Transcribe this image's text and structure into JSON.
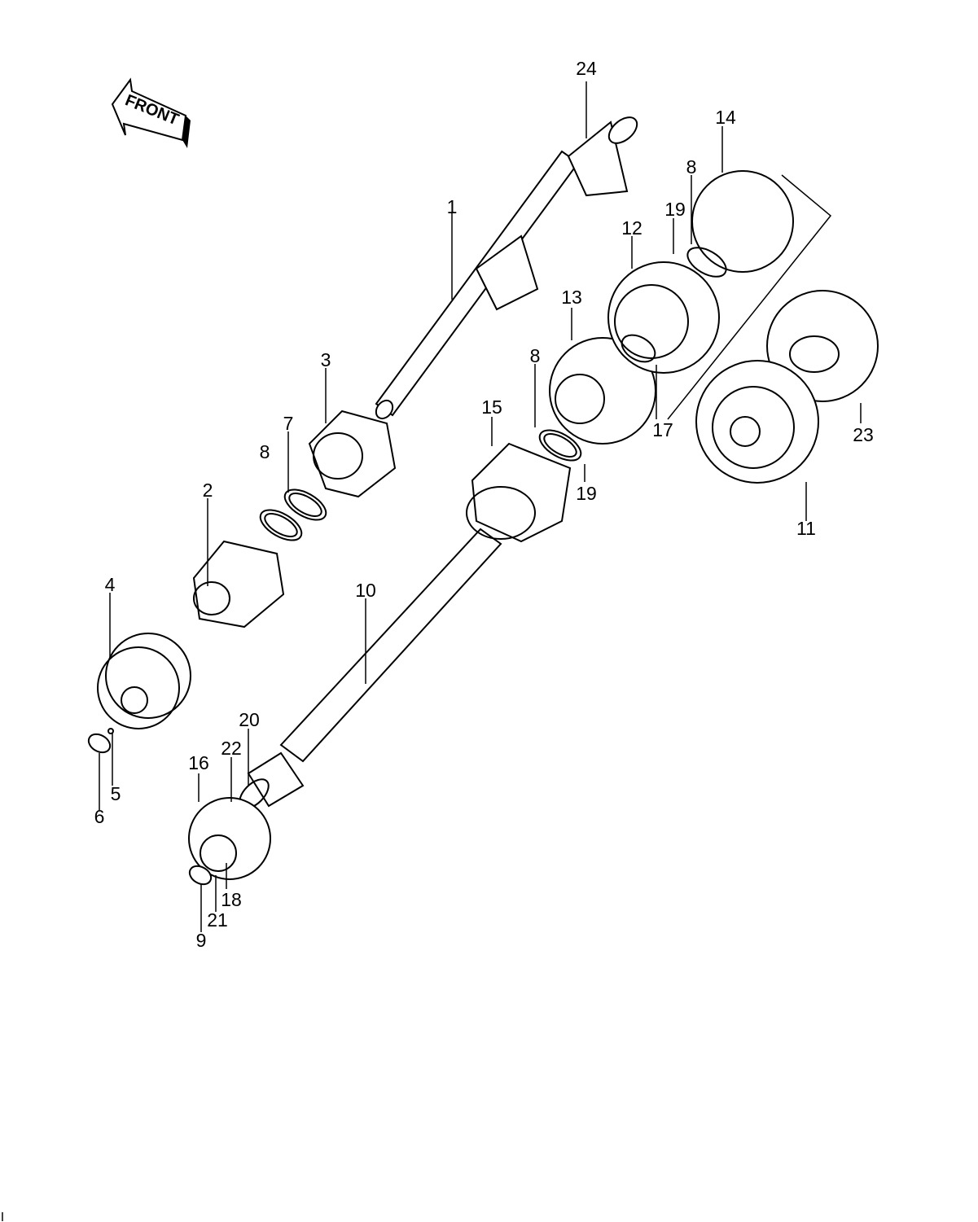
{
  "front_arrow": {
    "text": "FRONT"
  },
  "part_labels": [
    "1",
    "2",
    "3",
    "4",
    "5",
    "6",
    "7",
    "8",
    "8",
    "8",
    "9",
    "10",
    "11",
    "12",
    "13",
    "14",
    "15",
    "16",
    "17",
    "18",
    "19",
    "19",
    "20",
    "21",
    "22",
    "23",
    "24"
  ],
  "corner_mark": "I"
}
